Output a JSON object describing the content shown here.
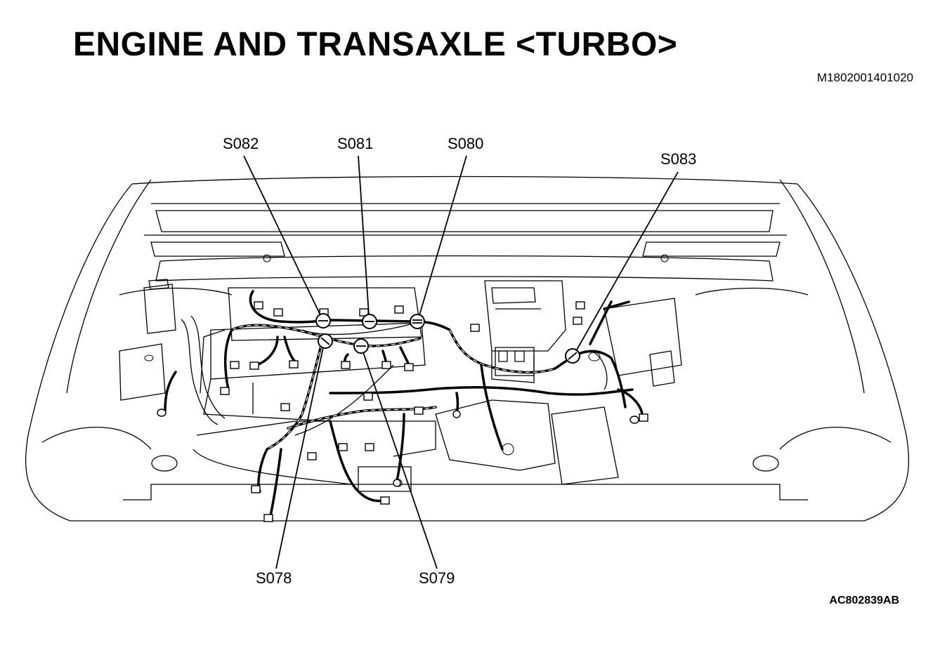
{
  "header": {
    "title": "ENGINE AND TRANSAXLE <TURBO>",
    "doc_id": "M1802001401020"
  },
  "footer": {
    "figure_id": "AC802839AB"
  },
  "callouts": {
    "s082": "S082",
    "s081": "S081",
    "s080": "S080",
    "s083": "S083",
    "s078": "S078",
    "s079": "S079"
  },
  "colors": {
    "line": "#000000",
    "background": "#ffffff"
  }
}
